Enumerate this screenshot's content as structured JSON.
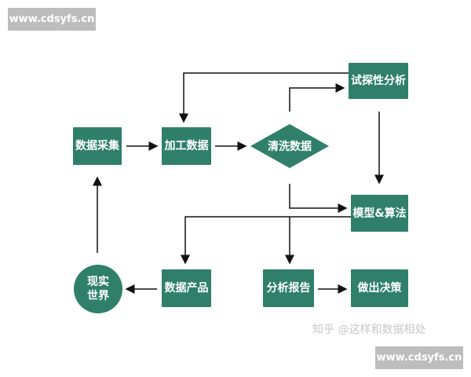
{
  "watermark_top": "www.cdsyfs.cn",
  "watermark_bottom": "www.cdsyfs.cn",
  "watermark_author": "知乎 @这样和数据相处",
  "nodes": {
    "data_collection": "数据采集",
    "process_data": "加工数据",
    "clean_data": "清洗数据",
    "exploratory_analysis": "试探性分析",
    "model_algorithm": "模型&算法",
    "data_product": "数据产品",
    "analysis_report": "分析报告",
    "decision": "做出决策",
    "real_world_line1": "现实",
    "real_world_line2": "世界"
  },
  "colors": {
    "node_fill": "#2f7f6b",
    "arrow": "#111111",
    "watermark_bg": "#bdbdbd"
  }
}
